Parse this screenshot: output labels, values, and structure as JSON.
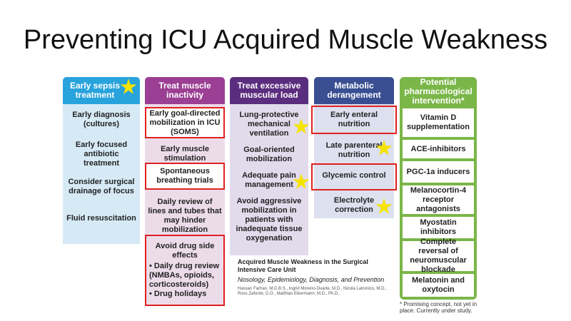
{
  "title": "Preventing ICU Acquired Muscle Weakness",
  "columns": [
    {
      "header": "Early sepsis treatment",
      "color": "#29a3dc",
      "body_color": "#d6eaf6",
      "items": [
        "Early diagnosis (cultures)",
        "Early focused antibiotic treatment",
        "Consider surgical drainage of focus",
        "Fluid resuscitation"
      ]
    },
    {
      "header": "Treat muscle inactivity",
      "color": "#9a3f93",
      "body_color": "#ecdcea",
      "items": [
        "Early goal-directed mobilization in ICU (SOMS)",
        "Early muscle stimulation",
        "Spontaneous breathing trials",
        "Daily review of lines and tubes that may hinder mobilization"
      ],
      "drug_box": {
        "heading": "Avoid drug side effects",
        "bullets": [
          "Daily drug review (NMBAs, opioids, corticosteroids)",
          "Drug holidays"
        ]
      }
    },
    {
      "header": "Treat excessive muscular load",
      "color": "#5b2d7e",
      "body_color": "#e2dbec",
      "items": [
        "Lung-protective mechanical ventilation",
        "Goal-oriented mobilization",
        "Adequate pain management",
        "Avoid aggressive mobilization in patients with inadequate tissue oxygenation"
      ]
    },
    {
      "header": "Metabolic derangement",
      "color": "#3a4f92",
      "body_color": "#dde0ee",
      "items": [
        "Early enteral nutrition",
        "Late parenteral nutrition",
        "Glycemic control",
        "Electrolyte correction"
      ]
    },
    {
      "header": "Potential pharmacological intervention*",
      "color": "#7ab648",
      "body_color": "#e4f0d6",
      "items": [
        "Vitamin D supplementation",
        "ACE-inhibitors",
        "PGC-1a inducers",
        "Melanocortin-4 receptor antagonists",
        "Myostatin inhibitors",
        "Complete reversal of neuromuscular blockade",
        "Melatonin and oxytocin"
      ]
    }
  ],
  "reference": {
    "title": "Acquired Muscle Weakness in the Surgical Intensive Care Unit",
    "subtitle": "Nosology, Epidemiology, Diagnosis, and Prevention",
    "authors": "Hassan Farhan, M.D.B.S., Ingrid Moreno-Duarte, M.D., Nicola Latronico, M.D., Ross Zafonte, D.O., Matthias Eikermann, M.D., Ph.D."
  },
  "footnote": "* Promising concept, not yet in place. Currently under study.",
  "colors": {
    "highlight_box": "#e02020",
    "star": "#f5e400"
  }
}
